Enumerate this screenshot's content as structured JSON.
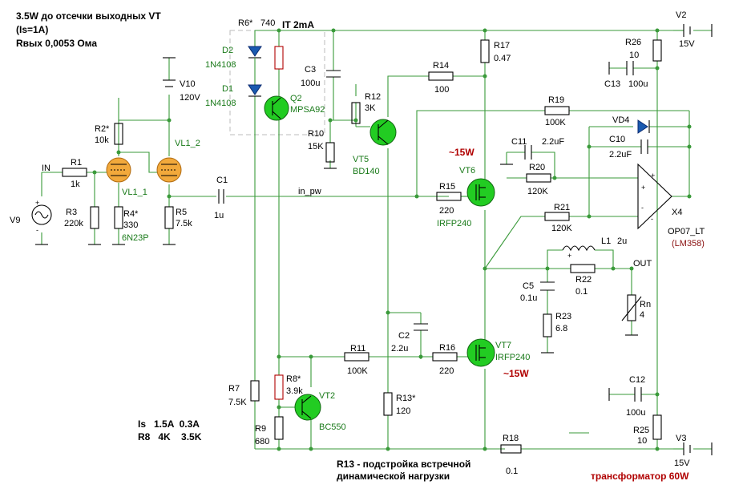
{
  "notes": {
    "line1": "3.5W до отсечки выходных VT",
    "line2": "(Is=1A)",
    "line3": "Rвых 0,0053 Ома",
    "it_label": "IТ 2mA",
    "power_top": "~15W",
    "power_bottom": "~15W",
    "table_row1": "Is   1.5A  0.3A",
    "table_row2": "R8   4K    3.5K",
    "r13_note1": "R13 - подстройка встречной",
    "r13_note2": "динамической нагрузки",
    "transformer": "трансформатор 60W"
  },
  "nets": {
    "in": "IN",
    "in_pw": "in_pw",
    "out": "OUT"
  },
  "components": {
    "R6": {
      "name": "R6*",
      "value": "740"
    },
    "D2": {
      "name": "D2",
      "value": "1N4108"
    },
    "D1": {
      "name": "D1",
      "value": "1N4108"
    },
    "Q2": {
      "name": "Q2",
      "value": "MPSA92"
    },
    "V10": {
      "name": "V10",
      "value": "120V"
    },
    "R2": {
      "name": "R2*",
      "value": "10k"
    },
    "VL1_2": {
      "name": "VL1_2"
    },
    "VL1_1": {
      "name": "VL1_1",
      "value": "6N23P"
    },
    "R1": {
      "name": "R1",
      "value": "1k"
    },
    "R3": {
      "name": "R3",
      "value": "220k"
    },
    "R4": {
      "name": "R4*",
      "value": "330"
    },
    "R5": {
      "name": "R5",
      "value": "7.5k"
    },
    "V9": {
      "name": "V9"
    },
    "C1": {
      "name": "C1",
      "value": "1u"
    },
    "C3": {
      "name": "C3",
      "value": "100u"
    },
    "R12": {
      "name": "R12",
      "value": "3K"
    },
    "R10": {
      "name": "R10",
      "value": "15K"
    },
    "VT5": {
      "name": "VT5",
      "value": "BD140"
    },
    "R14": {
      "name": "R14",
      "value": "100"
    },
    "R17": {
      "name": "R17",
      "value": "0.47"
    },
    "R19": {
      "name": "R19",
      "value": "100K"
    },
    "R26": {
      "name": "R26",
      "value": "10"
    },
    "C13": {
      "name": "C13",
      "value": "100u"
    },
    "V2": {
      "name": "V2",
      "value": "15V"
    },
    "VD4": {
      "name": "VD4"
    },
    "C11": {
      "name": "C11",
      "value": "2.2uF"
    },
    "C10": {
      "name": "C10",
      "value": "2.2uF"
    },
    "R20": {
      "name": "R20",
      "value": "120K"
    },
    "R21": {
      "name": "R21",
      "value": "120K"
    },
    "X4": {
      "name": "X4",
      "value": "OP07_LT",
      "alt": "(LM358)"
    },
    "VT6": {
      "name": "VT6",
      "value": "IRFP240"
    },
    "R15": {
      "name": "R15",
      "value": "220"
    },
    "L1": {
      "name": "L1",
      "value": "2u"
    },
    "C5": {
      "name": "C5",
      "value": "0.1u"
    },
    "R22": {
      "name": "R22",
      "value": "0.1"
    },
    "R23": {
      "name": "R23",
      "value": "6.8"
    },
    "Rn": {
      "name": "Rn",
      "value": "4"
    },
    "C2": {
      "name": "C2",
      "value": "2.2u"
    },
    "R16": {
      "name": "R16",
      "value": "220"
    },
    "VT7": {
      "name": "VT7",
      "value": "IRFP240"
    },
    "R11": {
      "name": "R11",
      "value": "100K"
    },
    "R7": {
      "name": "R7",
      "value": "7.5K"
    },
    "R8": {
      "name": "R8*",
      "value": "3.9k"
    },
    "VT2": {
      "name": "VT2",
      "value": "BC550"
    },
    "R9": {
      "name": "R9",
      "value": "680"
    },
    "R13": {
      "name": "R13*",
      "value": "120"
    },
    "R18": {
      "name": "R18",
      "value": "0.1"
    },
    "C12": {
      "name": "C12",
      "value": "100u"
    },
    "R25": {
      "name": "R25",
      "value": "10"
    },
    "V3": {
      "name": "V3",
      "value": "15V"
    }
  },
  "pins": {
    "plus": "+",
    "minus": "-"
  },
  "colors": {
    "wire": "#3a9a3a",
    "component": "#000000",
    "tube": "#f2a93b",
    "transistor": "#22cc22",
    "highlight": "#b00000",
    "dashed_box": "#bbbbbb"
  }
}
